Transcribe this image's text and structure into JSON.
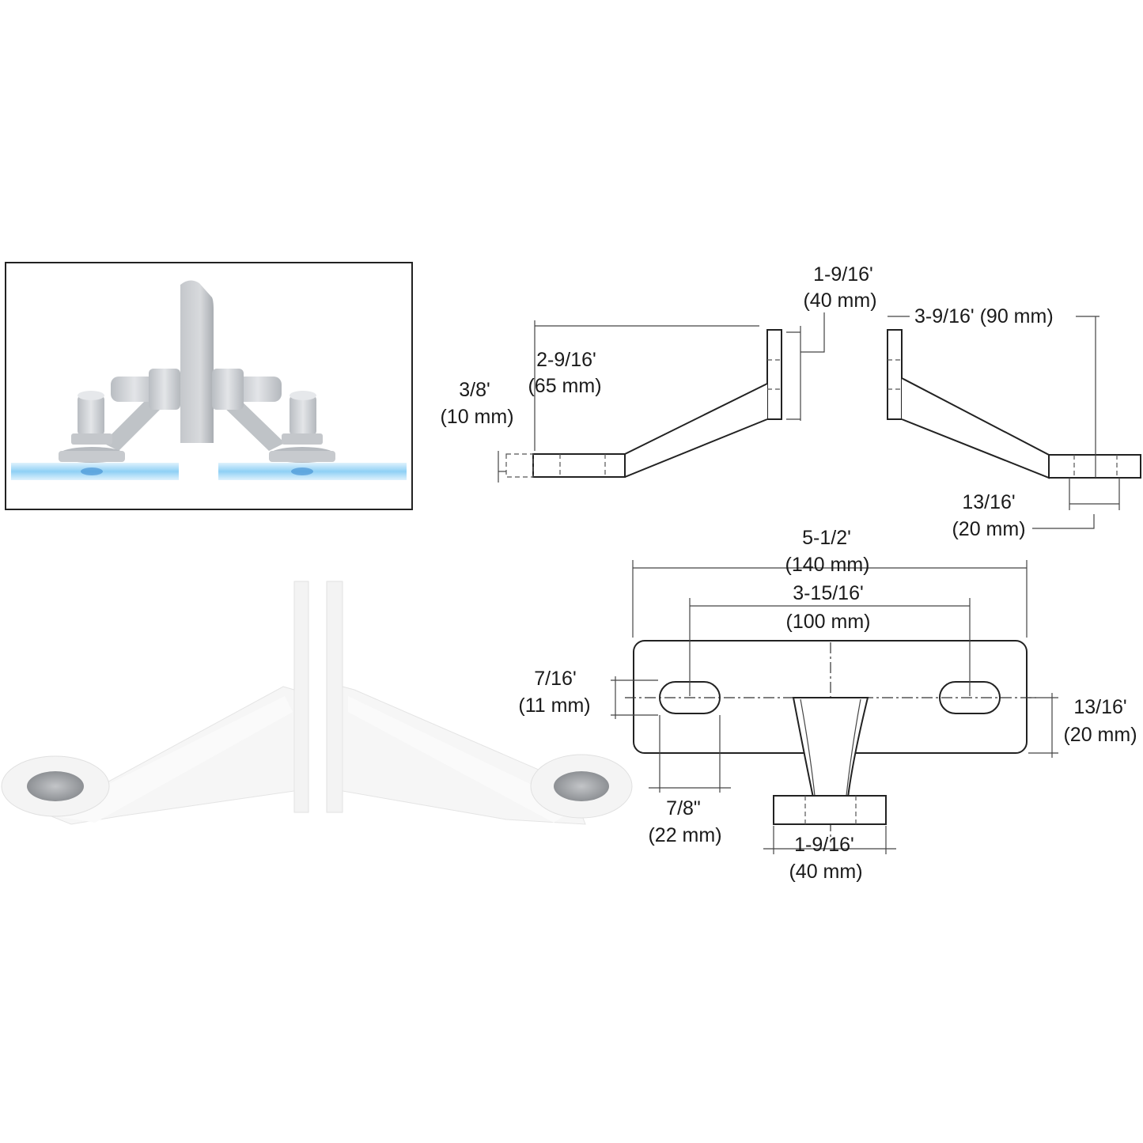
{
  "colors": {
    "background": "#ffffff",
    "outline": "#222222",
    "glass": "#8fd0f5",
    "metal": "#c9ccd0",
    "photo_metal": "#f4f4f4"
  },
  "dimensions": {
    "top_width": {
      "imperial": "1-9/16'",
      "metric": "(40 mm)"
    },
    "arm_offset": {
      "imperial": "3-9/16' (90 mm)"
    },
    "arm_reach": {
      "imperial": "2-9/16'",
      "metric": "(65 mm)"
    },
    "plate_thickness": {
      "imperial": "3/8'",
      "metric": "(10 mm)"
    },
    "foot_width_side": {
      "imperial": "13/16'",
      "metric": "(20 mm)"
    },
    "overall_length": {
      "imperial": "5-1/2'",
      "metric": "(140 mm)"
    },
    "slot_centers": {
      "imperial": "3-15/16'",
      "metric": "(100 mm)"
    },
    "slot_height": {
      "imperial": "7/16'",
      "metric": "(11 mm)"
    },
    "plate_height": {
      "imperial": "13/16'",
      "metric": "(20 mm)"
    },
    "slot_length": {
      "imperial": "7/8\"",
      "metric": "(22 mm)"
    },
    "foot_width_bottom": {
      "imperial": "1-9/16'",
      "metric": "(40 mm)"
    }
  },
  "icons": [
    "installation-view-icon",
    "spider-fitting-photo-icon",
    "side-elevation-drawing-icon",
    "plan-view-drawing-icon"
  ]
}
